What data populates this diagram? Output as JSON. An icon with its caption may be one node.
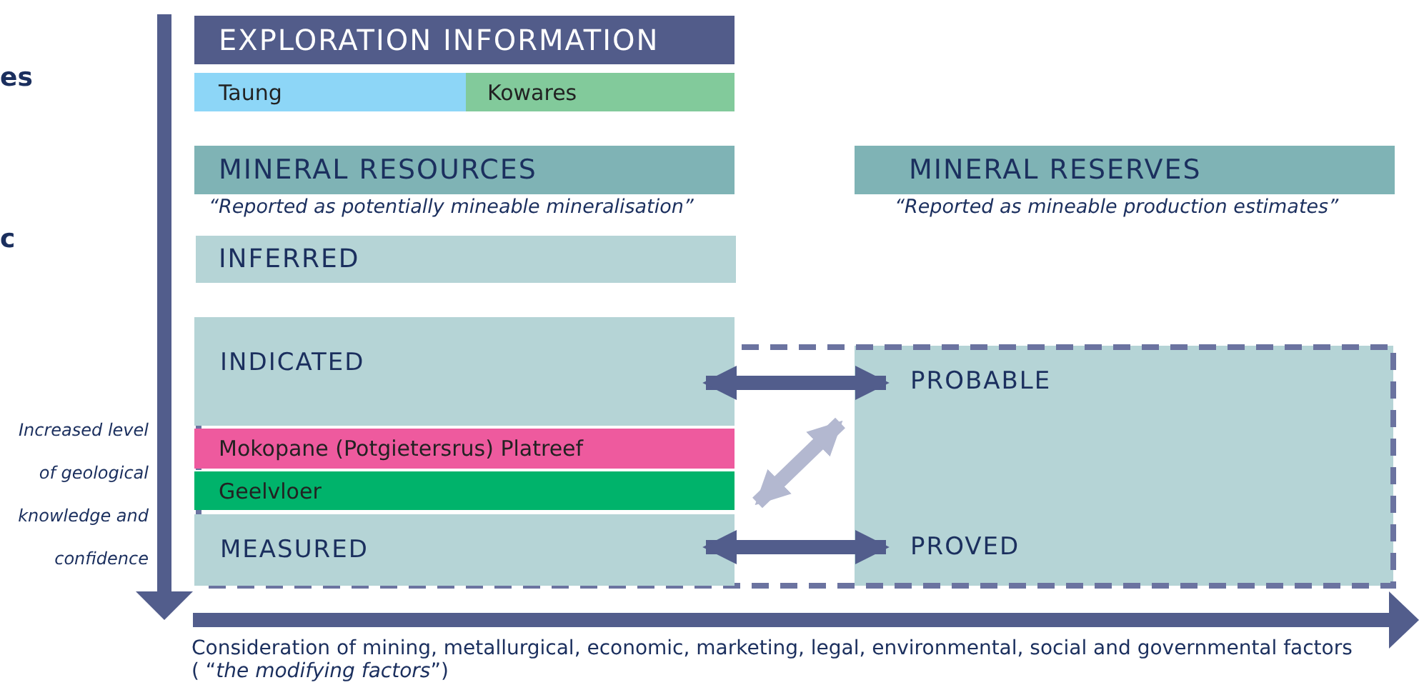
{
  "diagram": {
    "nodes": [
      {
        "text": [
          "EXPLORATION INFORMATION"
        ]
      },
      {
        "text": [
          "Taung"
        ]
      },
      {
        "text": [
          "Kowares"
        ]
      },
      {
        "text": [
          "MINERAL RESOURCES"
        ],
        "beside": [
          "“Reported as potentially mineable mineralisation”"
        ]
      },
      {
        "text": [
          "MINERAL RESERVES"
        ],
        "beside": [
          "“Reported as mineable production estimates”"
        ]
      },
      {
        "text": [
          "INFERRED"
        ]
      },
      {
        "text": [
          "INDICATED"
        ]
      },
      {
        "text": [
          "Mokopane (Potgietersrus) Platreef"
        ]
      },
      {
        "text": [
          "Geelvloer"
        ]
      },
      {
        "text": [
          "MEASURED"
        ]
      },
      {
        "text": [
          "PROBABLE"
        ]
      },
      {
        "text": [
          "PROVED"
        ]
      }
    ],
    "edges": [
      {
        "from": 6,
        "to": 10,
        "arrow": "both"
      },
      {
        "from": 9,
        "to": 11,
        "arrow": "both"
      },
      {
        "from": 9,
        "to": 10,
        "arrow": "both",
        "color": "#b3b8d0"
      }
    ],
    "labels": [
      "es",
      "c",
      "Increased level of geological knowledge and confidence",
      "Consideration of mining, metallurgical, economic, marketing, legal, environmental, social and governmental factors ( “*the modifying factors*”)"
    ]
  }
}
